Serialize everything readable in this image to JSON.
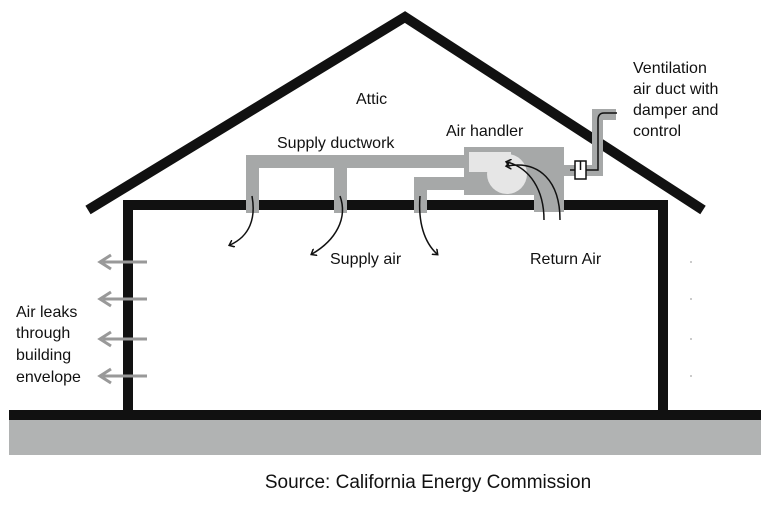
{
  "labels": {
    "attic": "Attic",
    "supply_ductwork": "Supply ductwork",
    "air_handler": "Air handler",
    "ventilation_duct": [
      "Ventilation",
      "air duct with",
      "damper and",
      "control"
    ],
    "supply_air": "Supply air",
    "return_air": "Return Air",
    "air_leaks": [
      "Air leaks",
      "through",
      "building",
      "envelope"
    ]
  },
  "source": "Source: California Energy Commission",
  "colors": {
    "structure": "#111111",
    "duct": "#a6a8a8",
    "fan": "#e6e6e6",
    "ground": "#b1b3b3",
    "leak_arrow": "#999999"
  }
}
